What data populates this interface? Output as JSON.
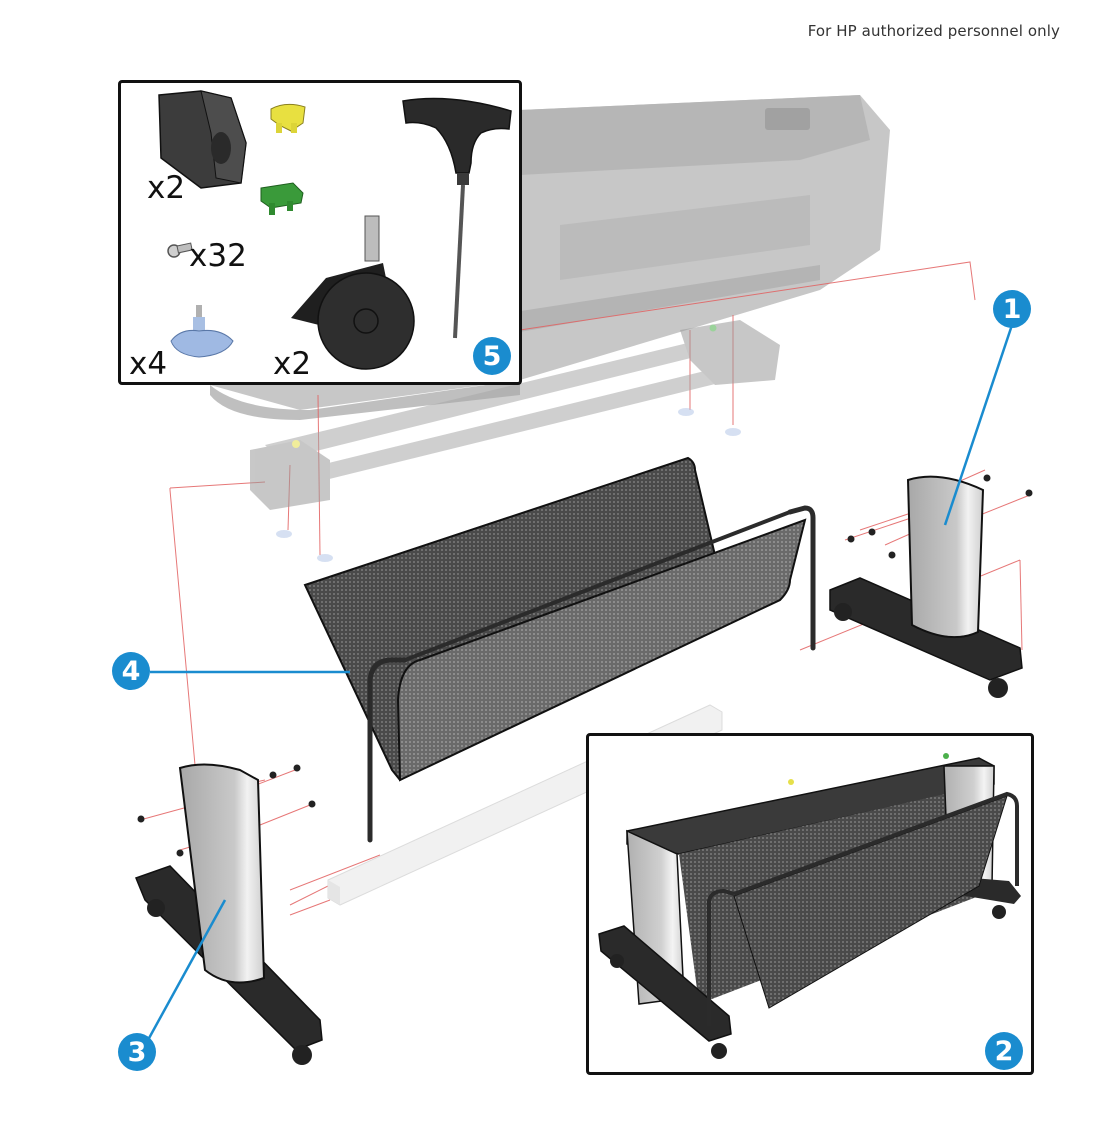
{
  "header": {
    "note": "For HP authorized personnel only"
  },
  "colors": {
    "callout_blue": "#1a8ccf",
    "leader_red": "#e05050",
    "frame_black": "#111111",
    "ghost_gray": "#bfbfbf",
    "mesh_dark": "#3b3b3b",
    "leg_silver": "#d8d8d8",
    "foot_black": "#2a2a2a",
    "clip_yellow": "#e8e040",
    "clip_green": "#3a9a3a",
    "knob_blue": "#9fb9e3"
  },
  "callouts": [
    {
      "number": "1",
      "part": "Right leg assembly"
    },
    {
      "number": "2",
      "part": "Assembled stand (inset view)"
    },
    {
      "number": "3",
      "part": "Left leg assembly"
    },
    {
      "number": "4",
      "part": "Output basket"
    },
    {
      "number": "5",
      "part": "Hardware kit (inset)"
    }
  ],
  "kit": {
    "items": [
      {
        "name": "cable-clip-holder",
        "quantity": "x2"
      },
      {
        "name": "yellow-clip",
        "quantity": ""
      },
      {
        "name": "green-clip",
        "quantity": ""
      },
      {
        "name": "screw",
        "quantity": "x32"
      },
      {
        "name": "leveling-foot",
        "quantity": "x4"
      },
      {
        "name": "caster-wheel",
        "quantity": "x2"
      },
      {
        "name": "t-handle-hex-key",
        "quantity": ""
      }
    ]
  }
}
